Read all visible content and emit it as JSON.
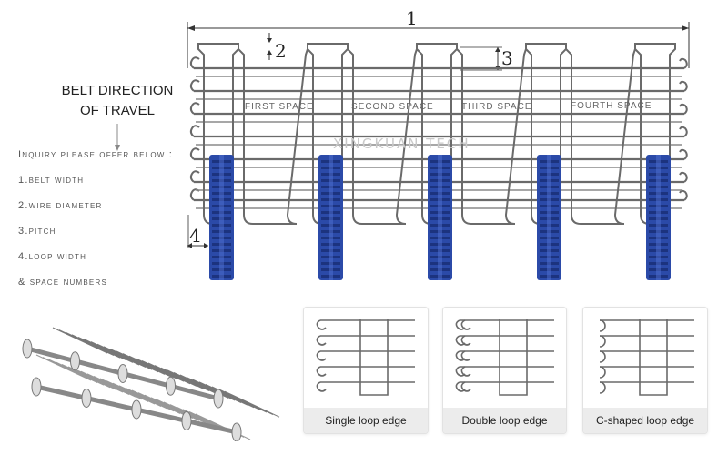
{
  "dimensions": {
    "belt_width": "1",
    "wire_diameter": "2",
    "pitch": "3",
    "loop_width": "4"
  },
  "direction_title": [
    "BELT DIRECTION",
    "OF TRAVEL"
  ],
  "spaces": [
    "FIRST SPACE",
    "SECOND SPACE",
    "THIRD SPACE",
    "FOURTH SPACE"
  ],
  "watermark": "XINGKUAN TECH",
  "inquiry": {
    "heading": "Inquiry please offer below :",
    "items": [
      "1.belt width",
      "2.wire diameter",
      "3.pitch",
      "4.loop width",
      "& space numbers"
    ]
  },
  "edge_types": [
    "Single loop edge",
    "Double loop edge",
    "C-shaped loop edge"
  ],
  "colors": {
    "sprocket": "#2b4aa8",
    "sprocket_dark": "#1a2f78",
    "wire": "#6a6a6a",
    "card_footer": "#ececec"
  }
}
